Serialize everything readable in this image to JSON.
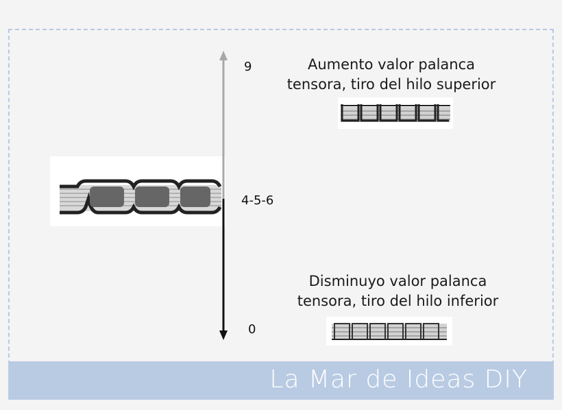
{
  "scale": {
    "top_label": "9",
    "middle_label": "4-5-6",
    "bottom_label": "0"
  },
  "captions": {
    "increase_line1": "Aumento valor palanca",
    "increase_line2": "tensora, tiro del hilo superior",
    "decrease_line1": "Disminuyo valor palanca",
    "decrease_line2": "tensora, tiro del hilo inferior"
  },
  "footer": {
    "watermark": "La Mar de Ideas DIY"
  },
  "colors": {
    "frame_dash": "#b7c9e3",
    "footer_band": "#b9cbe3",
    "arrow_up": "#a8a8a8",
    "arrow_down": "#111111"
  }
}
